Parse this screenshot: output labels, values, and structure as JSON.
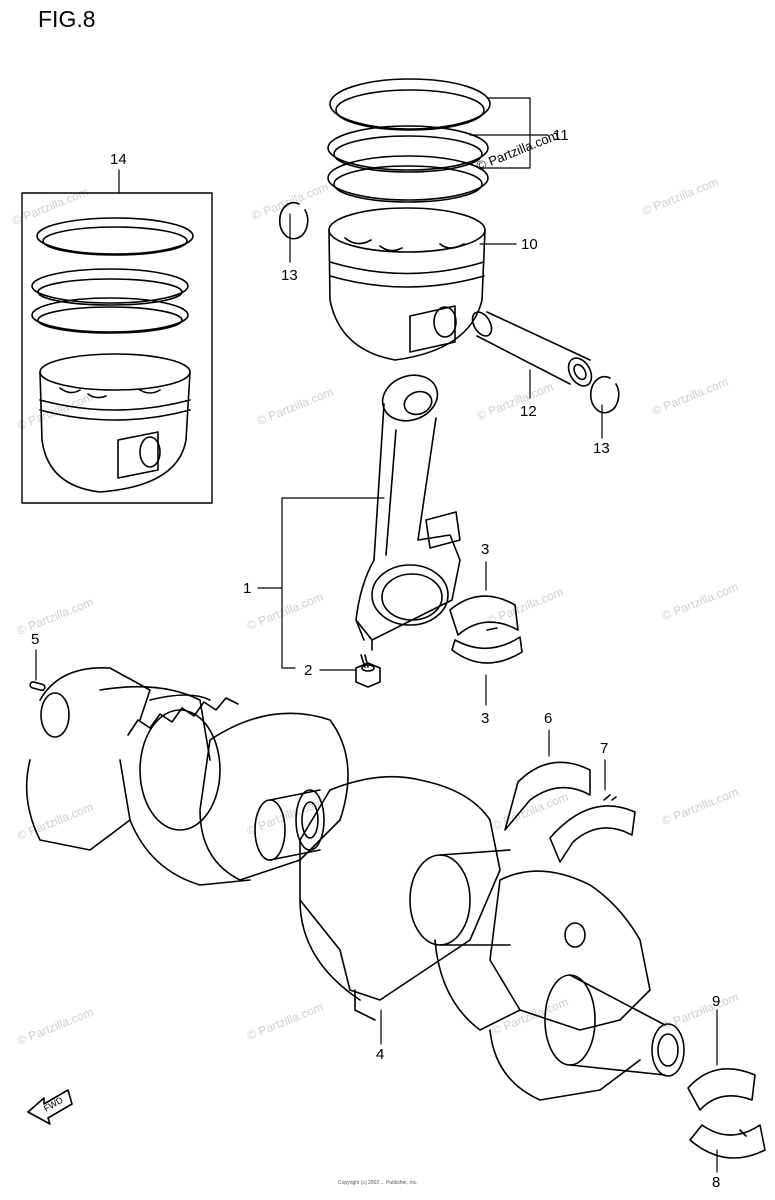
{
  "figure_title": "FIG.8",
  "copyright": "© Partzilla.com",
  "watermark": "© Partzilla.com",
  "footer_text": "Copyright (c) 2002 ... Publisher, Inc.",
  "fwd_label": "FWD",
  "callouts": {
    "c1": "1",
    "c2": "2",
    "c3a": "3",
    "c3b": "3",
    "c4": "4",
    "c5": "5",
    "c6": "6",
    "c7": "7",
    "c8": "8",
    "c9": "9",
    "c10": "10",
    "c11": "11",
    "c12": "12",
    "c13a": "13",
    "c13b": "13",
    "c14": "14"
  },
  "colors": {
    "line": "#000000",
    "watermark": "#cfcfcf",
    "background": "#ffffff"
  }
}
